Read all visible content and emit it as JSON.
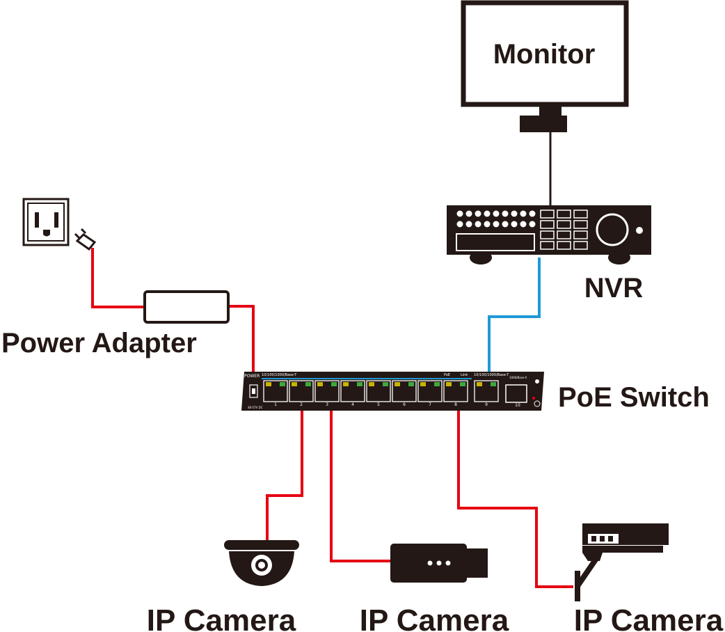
{
  "labels": {
    "monitor": "Monitor",
    "nvr": "NVR",
    "power_adapter": "Power Adapter",
    "poe_switch": "PoE Switch",
    "ip_camera_1": "IP Camera",
    "ip_camera_2": "IP Camera",
    "ip_camera_3": "IP Camera"
  },
  "switch_panel": {
    "power": "POWER",
    "dc_in": "48-57V DC",
    "ports_header": "10/100/1000/Base-T",
    "poe": "PoE",
    "link": "Link",
    "uplink_header": "10/100/1000/Base-T",
    "sfp_header": "1000/Base-X",
    "port_numbers": [
      "1",
      "2",
      "3",
      "4",
      "5",
      "6",
      "7",
      "8",
      "9",
      "10"
    ]
  },
  "colors": {
    "power_cable": "#e60012",
    "camera_cable": "#e60012",
    "nvr_cable": "#1e9ad6",
    "device": "#231815",
    "port_led_yellow": "#c8b400",
    "port_led_green": "#3caa3c"
  }
}
